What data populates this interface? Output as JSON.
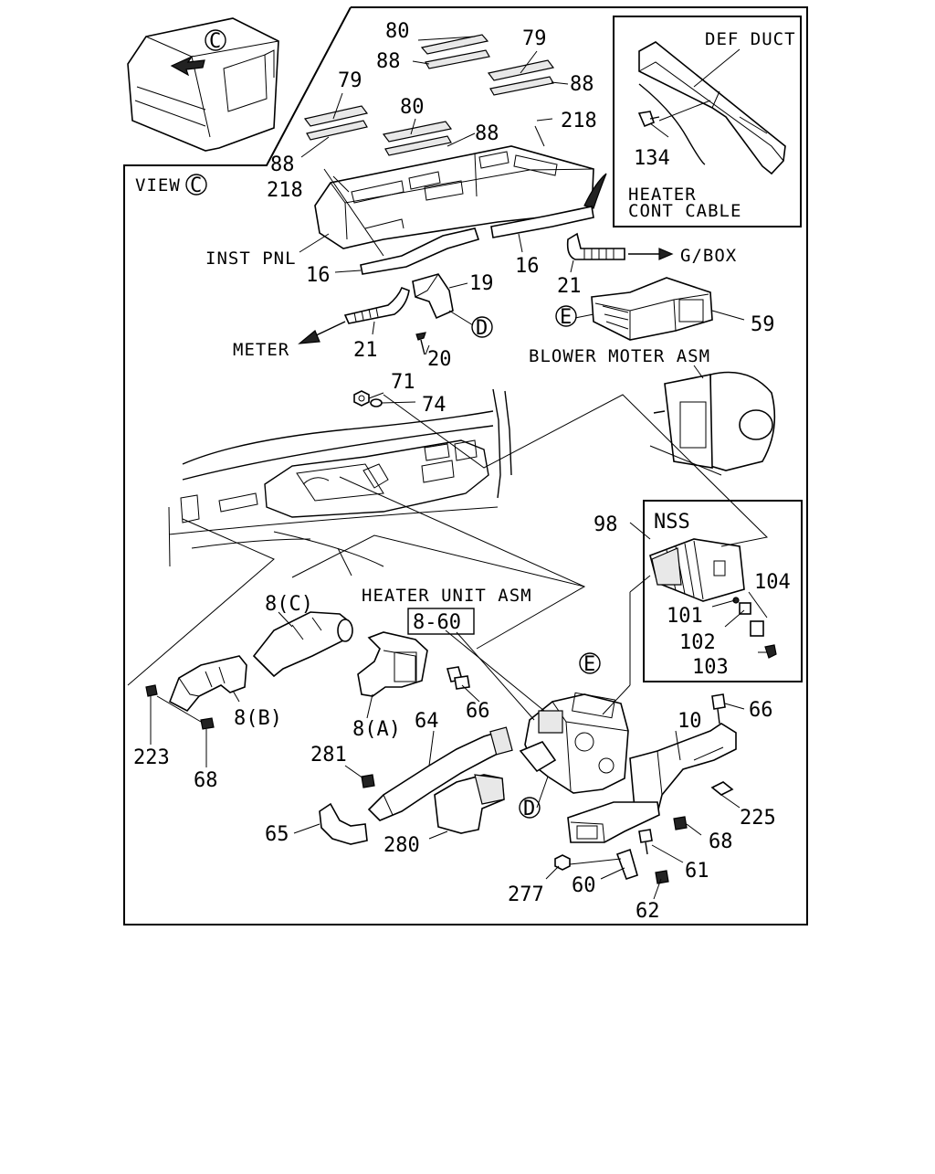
{
  "view_label": "VIEW",
  "view_marker": "C",
  "text_labels": {
    "def_duct": "DEF DUCT",
    "heater_cont_cable_1": "HEATER",
    "heater_cont_cable_2": "CONT CABLE",
    "inst_pnl": "INST PNL",
    "g_box": "G/BOX",
    "meter": "METER",
    "blower_moter_asm": "BLOWER MOTER ASM",
    "heater_unit_asm": "HEATER UNIT ASM",
    "heater_unit_ref": "8-60",
    "nss": "NSS"
  },
  "markers": {
    "c": "C",
    "d": "D",
    "e": "E"
  },
  "part_numbers": {
    "p80a": "80",
    "p79a": "79",
    "p88a": "88",
    "p88b": "88",
    "p79b": "79",
    "p80b": "80",
    "p88c": "88",
    "p218a": "218",
    "p88d": "88",
    "p218b": "218",
    "p134": "134",
    "p16a": "16",
    "p16b": "16",
    "p19": "19",
    "p21a": "21",
    "p21b": "21",
    "p20": "20",
    "p59": "59",
    "p71": "71",
    "p74": "74",
    "p98": "98",
    "p104": "104",
    "p101": "101",
    "p102": "102",
    "p103": "103",
    "p8c": "8(C)",
    "p8b": "8(B)",
    "p8a": "8(A)",
    "p66a": "66",
    "p66b": "66",
    "p223": "223",
    "p68a": "68",
    "p68b": "68",
    "p281": "281",
    "p64": "64",
    "p65": "65",
    "p280": "280",
    "p10": "10",
    "p225": "225",
    "p61": "61",
    "p277": "277",
    "p60": "60",
    "p62": "62"
  }
}
